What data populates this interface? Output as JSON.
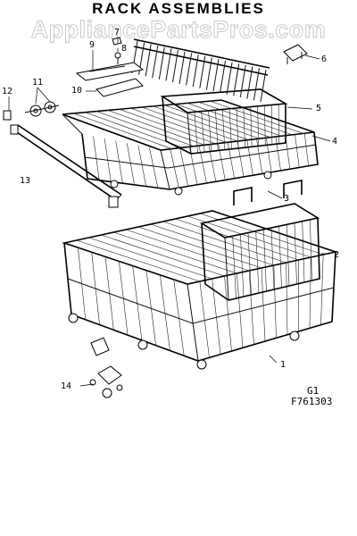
{
  "title": "RACK ASSEMBLIES",
  "watermark": "AppliancePartsPros.com",
  "callouts": [
    {
      "id": "1",
      "label": "1"
    },
    {
      "id": "2",
      "label": "2"
    },
    {
      "id": "3",
      "label": "3"
    },
    {
      "id": "4",
      "label": "4"
    },
    {
      "id": "5",
      "label": "5"
    },
    {
      "id": "6",
      "label": "6"
    },
    {
      "id": "7",
      "label": "7"
    },
    {
      "id": "8",
      "label": "8"
    },
    {
      "id": "9",
      "label": "9"
    },
    {
      "id": "10",
      "label": "10"
    },
    {
      "id": "11",
      "label": "11"
    },
    {
      "id": "12",
      "label": "12"
    },
    {
      "id": "13",
      "label": "13"
    },
    {
      "id": "14",
      "label": "14"
    }
  ],
  "drawing_code": {
    "line1": "G1",
    "line2": "F761303"
  }
}
